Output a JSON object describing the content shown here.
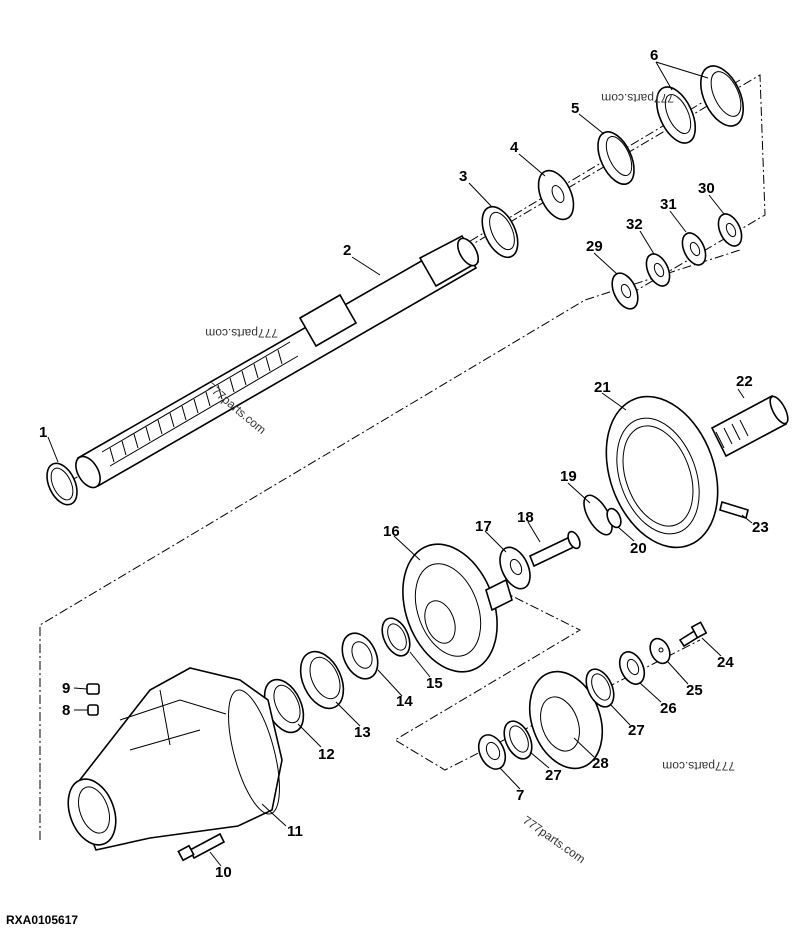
{
  "diagram": {
    "reference_code": "RXA0105617",
    "watermark": "777parts.com",
    "callouts": [
      "1",
      "2",
      "3",
      "4",
      "5",
      "6",
      "7",
      "8",
      "9",
      "10",
      "11",
      "12",
      "13",
      "14",
      "15",
      "16",
      "17",
      "18",
      "19",
      "20",
      "21",
      "22",
      "23",
      "24",
      "25",
      "26",
      "27",
      "27",
      "28",
      "29",
      "30",
      "31",
      "32"
    ]
  }
}
